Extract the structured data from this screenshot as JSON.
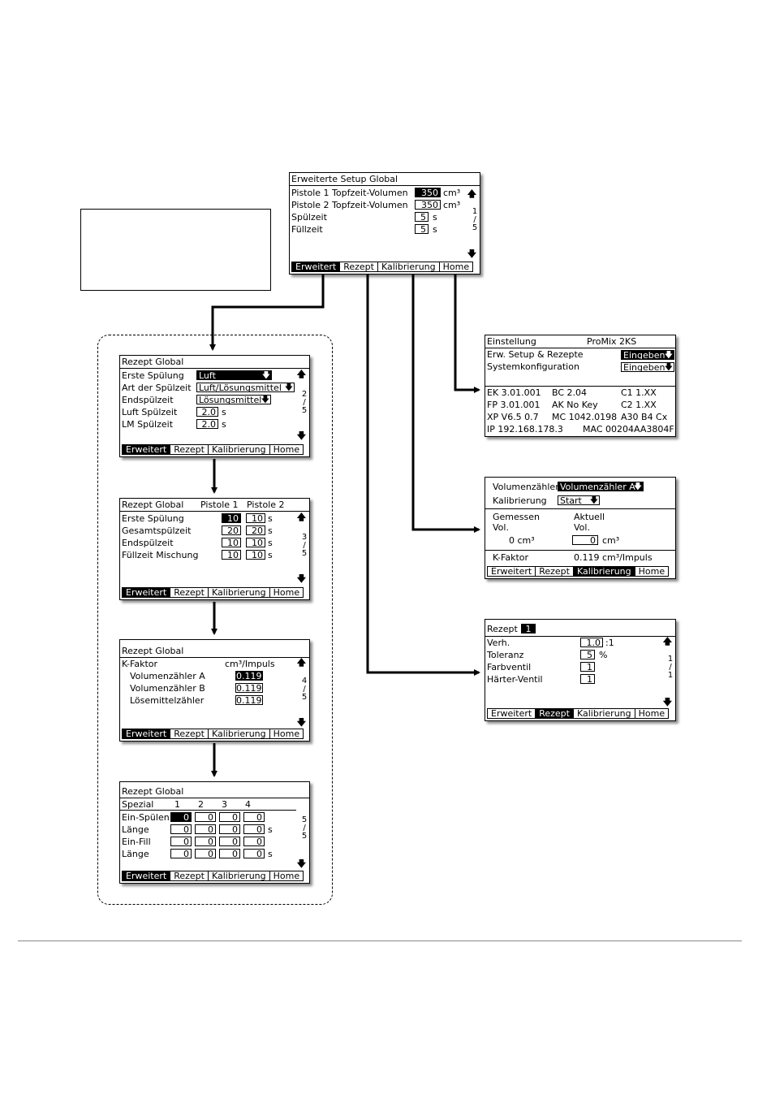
{
  "setup": {
    "title": "Erweiterte Setup Global",
    "rows": [
      {
        "label": "Pistole 1 Topfzeit-Volumen",
        "value": "350",
        "unit": "cm³"
      },
      {
        "label": "Pistole 2 Topfzeit-Volumen",
        "value": "350",
        "unit": "cm³"
      },
      {
        "label": "Spülzeit",
        "value": "5",
        "unit": "s"
      },
      {
        "label": "Füllzeit",
        "value": "5",
        "unit": "s"
      }
    ],
    "page": [
      "1",
      "/",
      "5"
    ]
  },
  "nav": {
    "erweitert": "Erweitert",
    "rezept": "Rezept",
    "kalibrierung": "Kalibrierung",
    "home": "Home"
  },
  "arrows": {
    "up": "🡅",
    "down": "🡇"
  },
  "rg1": {
    "title": "Rezept Global",
    "rows": [
      {
        "label": "Erste Spülung",
        "value": "Luft"
      },
      {
        "label": "Art der Spülzeit",
        "value": "Luft/Lösungsmittel"
      },
      {
        "label": "Endspülzeit",
        "value": "Lösungsmittel"
      },
      {
        "label": "Luft Spülzeit",
        "value": "2.0",
        "unit": "s"
      },
      {
        "label": "LM Spülzeit",
        "value": "2.0",
        "unit": "s"
      }
    ],
    "page": [
      "2",
      "/",
      "5"
    ]
  },
  "rg2": {
    "title": "Rezept Global",
    "col1": "Pistole 1",
    "col2": "Pistole 2",
    "rows": [
      {
        "label": "Erste Spülung",
        "v1": "10",
        "v2": "10",
        "unit": "s"
      },
      {
        "label": "Gesamtspülzeit",
        "v1": "20",
        "v2": "20",
        "unit": "s"
      },
      {
        "label": "Endspülzeit",
        "v1": "10",
        "v2": "10",
        "unit": "s"
      },
      {
        "label": "Füllzeit Mischung",
        "v1": "10",
        "v2": "10",
        "unit": "s"
      }
    ],
    "page": [
      "3",
      "/",
      "5"
    ]
  },
  "rg3": {
    "title": "Rezept Global",
    "kfaktor": "K-Faktor",
    "unit_header": "cm³/Impuls",
    "rows": [
      {
        "label": "Volumenzähler A",
        "value": "0.119"
      },
      {
        "label": "Volumenzähler B",
        "value": "0.119"
      },
      {
        "label": "Lösemittelzähler",
        "value": "0.119"
      }
    ],
    "page": [
      "4",
      "/",
      "5"
    ]
  },
  "rg4": {
    "title": "Rezept Global",
    "header": [
      "Spezial",
      "1",
      "2",
      "3",
      "4"
    ],
    "rows": [
      {
        "label": "Ein-Spülen",
        "values": [
          "0",
          "0",
          "0",
          "0"
        ],
        "unit": ""
      },
      {
        "label": "Länge",
        "values": [
          "0",
          "0",
          "0",
          "0"
        ],
        "unit": "s"
      },
      {
        "label": "Ein-Fill",
        "values": [
          "0",
          "0",
          "0",
          "0"
        ],
        "unit": ""
      },
      {
        "label": "Länge",
        "values": [
          "0",
          "0",
          "0",
          "0"
        ],
        "unit": "s"
      }
    ],
    "page": [
      "5",
      "/",
      "5"
    ]
  },
  "einstellung": {
    "title": "Einstellung",
    "model": "ProMix 2KS",
    "rows": [
      {
        "label": "Erw. Setup & Rezepte",
        "value": "Eingeben"
      },
      {
        "label": "Systemkonfiguration",
        "value": "Eingeben"
      }
    ],
    "info": [
      [
        "EK  3.01.001",
        "BC  2.04",
        "C1  1.XX"
      ],
      [
        "FP  3.01.001",
        "AK  No Key",
        "C2  1.XX"
      ],
      [
        "XP  V6.5 0.7",
        "MC  1042.0198",
        "A30  B4  Cx"
      ],
      [
        "IP  192.168.178.3",
        "MAC  00204AA3804F",
        ""
      ]
    ]
  },
  "volumen": {
    "label": "Volumenzähler",
    "select": "Volumenzähler A",
    "kal_label": "Kalibrierung",
    "kal_value": "Start",
    "gemessen": "Gemessen",
    "gem_vol": "Vol.",
    "aktuell": "Aktuell",
    "akt_vol": "Vol.",
    "gem_value": "0 cm³",
    "akt_value": "0",
    "akt_unit": "cm³",
    "kfaktor_label": "K-Faktor",
    "kfaktor_value": "0.119 cm³/Impuls"
  },
  "rezept": {
    "title": "Rezept",
    "number": "1",
    "rows": [
      {
        "label": "Verh.",
        "value": "1.0",
        "unit": ":1"
      },
      {
        "label": "Toleranz",
        "value": "5",
        "unit": "%"
      },
      {
        "label": "Farbventil",
        "value": "1",
        "unit": ""
      },
      {
        "label": "Härter-Ventil",
        "value": "1",
        "unit": ""
      }
    ],
    "page": [
      "1",
      "/",
      "1"
    ]
  }
}
